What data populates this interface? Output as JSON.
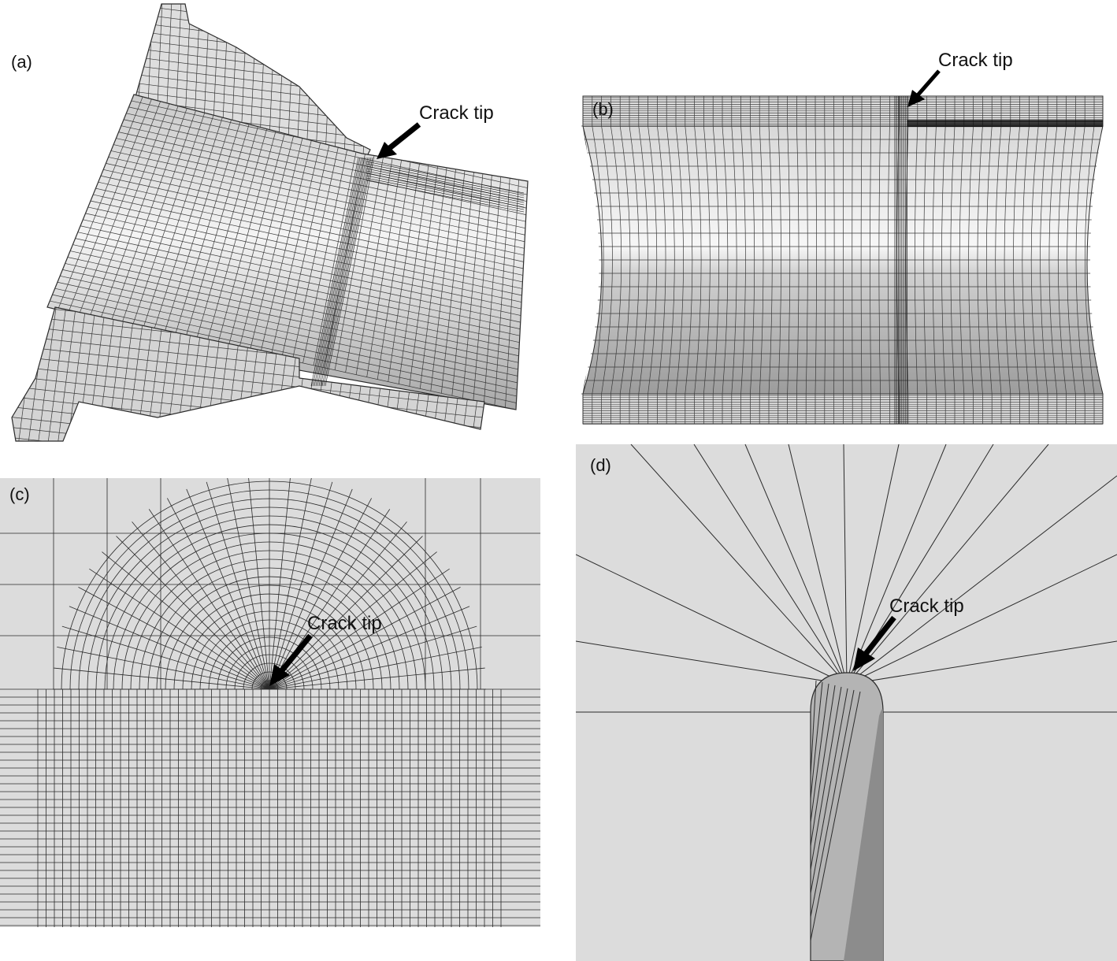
{
  "panels": {
    "a": {
      "label": "(a)",
      "annotation": "Crack tip"
    },
    "b": {
      "label": "(b)",
      "annotation": "Crack tip"
    },
    "c": {
      "label": "(c)",
      "annotation": "Crack tip"
    },
    "d": {
      "label": "(d)",
      "annotation": "Crack tip"
    }
  },
  "colors": {
    "mesh_line": "#2a2a2a",
    "surface_light": "#e6e6e6",
    "surface_mid": "#bdbdbd",
    "surface_dark": "#9a9a9a",
    "background_plane": "#dcdcdc",
    "arrow": "#000000"
  },
  "icons": {
    "pointer": "black-arrow-icon"
  }
}
